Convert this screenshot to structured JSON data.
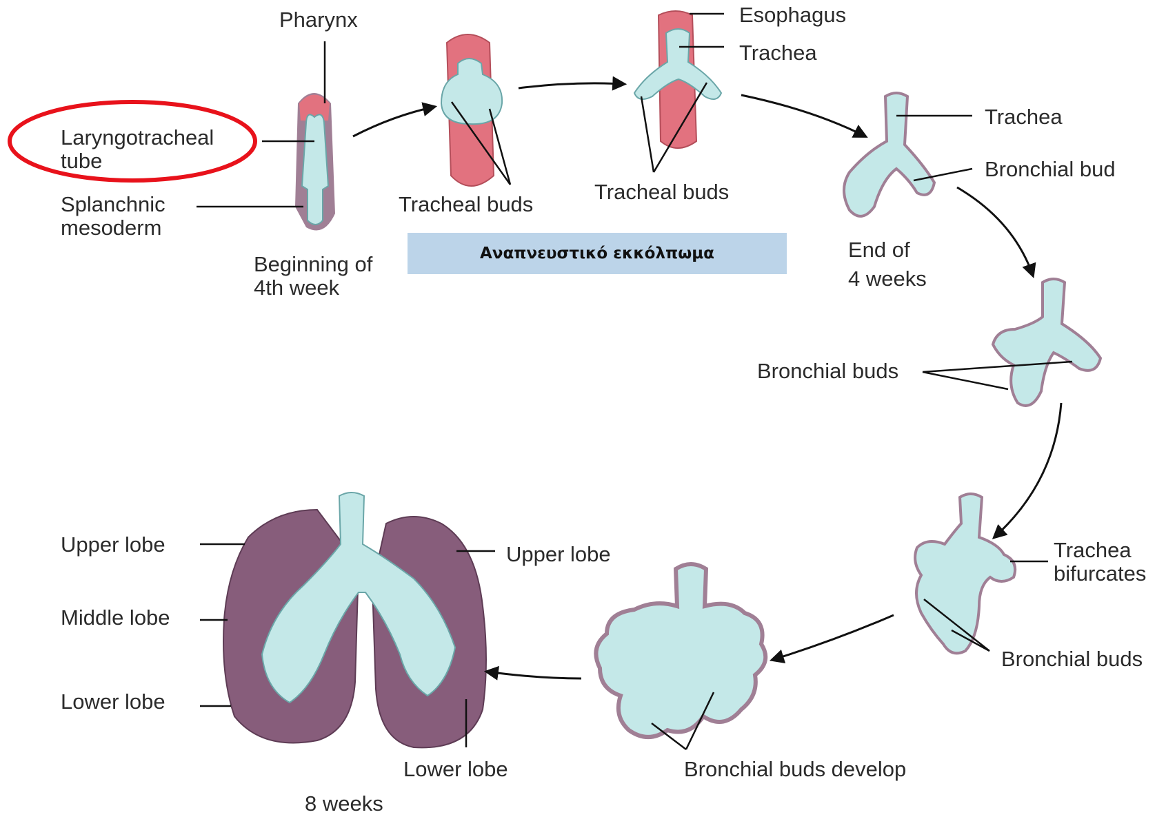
{
  "labels": {
    "pharynx": "Pharynx",
    "laryngotracheal_1": "Laryngotracheal",
    "laryngotracheal_2": "tube",
    "splanchnic_1": "Splanchnic",
    "splanchnic_2": "mesoderm",
    "beginning_1": "Beginning of",
    "beginning_2": "4th week",
    "tracheal_buds_a": "Tracheal buds",
    "esophagus": "Esophagus",
    "trachea_a": "Trachea",
    "tracheal_buds_b": "Tracheal buds",
    "trachea_b": "Trachea",
    "bronchial_bud": "Bronchial bud",
    "end_1": "End of",
    "end_2": "4 weeks",
    "bronchial_buds_a": "Bronchial buds",
    "trachea_bif_1": "Trachea",
    "trachea_bif_2": "bifurcates",
    "bronchial_buds_b": "Bronchial buds",
    "bronchial_buds_develop": "Bronchial buds develop",
    "upper_lobe_left": "Upper lobe",
    "middle_lobe": "Middle lobe",
    "lower_lobe_left": "Lower lobe",
    "upper_lobe_right": "Upper lobe",
    "lower_lobe_right": "Lower lobe",
    "eight_weeks": "8 weeks"
  },
  "highlight_box": {
    "text": "Αναπνευστικό εκκόλπωμα",
    "color": "#bcd4e9"
  },
  "colors": {
    "tube": "#c4e8e8",
    "tube_edge": "#6aa6a8",
    "esophagus": "#e2727f",
    "mesoderm": "#a07f95",
    "lung_tissue": "#875d7b",
    "highlight_ellipse": "#e8121b",
    "arrow": "#111111"
  }
}
